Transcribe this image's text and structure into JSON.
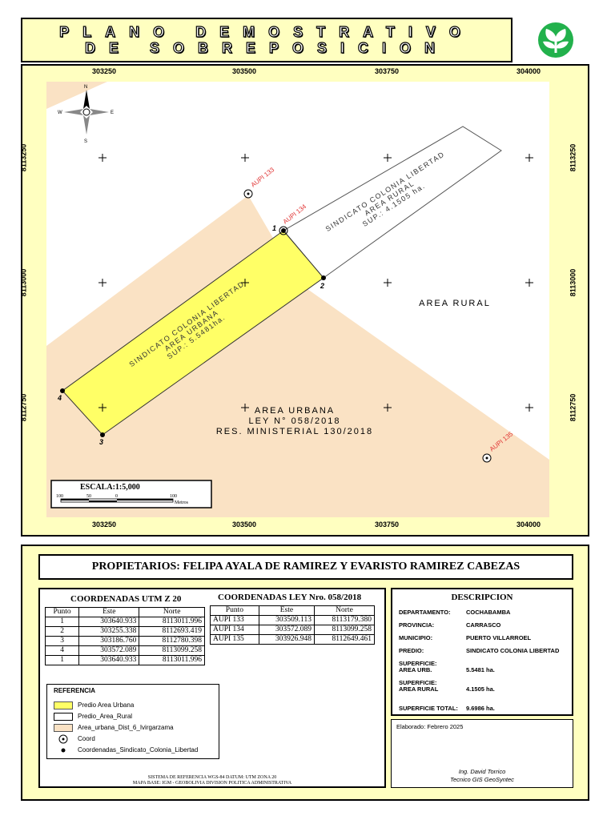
{
  "title": {
    "line1": "PLANO DEMOSTRATIVO",
    "line2": "DE SOBREPOSICION"
  },
  "logo": {
    "icon": "leaf-sprout-icon",
    "bg": "#22b14c"
  },
  "map": {
    "colors": {
      "urban_area": "#fae2c4",
      "urban_parcel": "#ffff66",
      "rural_parcel": "#ffffff",
      "frame": "#ffffc0"
    },
    "x_ticks": [
      "303250",
      "303500",
      "303750",
      "304000"
    ],
    "y_ticks": [
      "8113250",
      "8113000",
      "8112750"
    ],
    "north_arrow": {
      "n": "N",
      "s": "S",
      "e": "E",
      "w": "W"
    },
    "parcel_urban": {
      "l1": "SINDICATO COLONIA LIBERTAD",
      "l2": "AREA URBANA",
      "l3": "SUP.: 5.5481ha."
    },
    "parcel_rural": {
      "l1": "SINDICATO COLONIA LIBERTAD",
      "l2": "AREA RURAL",
      "l3": "SUP.: 4.1505 ha."
    },
    "area_rural": "AREA RURAL",
    "area_urbana": {
      "l1": "AREA URBANA",
      "l2": "LEY N° 058/2018",
      "l3": "RES. MINISTERIAL 130/2018"
    },
    "points": [
      "1",
      "2",
      "3",
      "4"
    ],
    "aupi": [
      "AUPI 133",
      "AUPI 134",
      "AUPI 135"
    ],
    "scale": {
      "title": "ESCALA:1:5,000",
      "t0": "100",
      "t1": "50",
      "t2": "0",
      "t3": "100",
      "unit": "Metros"
    }
  },
  "owners": "PROPIETARIOS: FELIPA AYALA DE RAMIREZ Y EVARISTO RAMIREZ CABEZAS",
  "utm_table": {
    "caption": "COORDENADAS UTM Z 20",
    "headers": [
      "Punto",
      "Este",
      "Norte"
    ],
    "rows": [
      [
        "1",
        "303640.933",
        "8113011.996"
      ],
      [
        "2",
        "303255.338",
        "8112693.419"
      ],
      [
        "3",
        "303186.760",
        "8112780.398"
      ],
      [
        "4",
        "303572.089",
        "8113099.258"
      ],
      [
        "1",
        "303640.933",
        "8113011.996"
      ]
    ]
  },
  "ley_table": {
    "caption": "COORDENADAS LEY Nro. 058/2018",
    "headers": [
      "Punto",
      "Este",
      "Norte"
    ],
    "rows": [
      [
        "AUPI 133",
        "303509.113",
        "8113179.380"
      ],
      [
        "AUPI 134",
        "303572.089",
        "8113099.258"
      ],
      [
        "AUPI 135",
        "303926.948",
        "8112649.461"
      ]
    ]
  },
  "reference": {
    "title": "REFERENCIA",
    "items": [
      "Predio Area Urbana",
      "Predio_Area_Rural",
      "Area_urbana_Dist_6_Ivirgarzama",
      "Coord",
      "Coordenadas_Sindicato_Colonia_Libertad"
    ]
  },
  "footnote": {
    "l1": "SISTEMA DE REFERENCIA WGS-84 DATUM: UTM ZONA 20",
    "l2": "MAPA BASE: IGM - GEOBOLIVIA   DIVISION POLITICA ADMINISTRATIVA"
  },
  "description": {
    "title": "DESCRIPCION",
    "departamento_label": "DEPARTAMENTO:",
    "departamento": "COCHABAMBA",
    "provincia_label": "PROVINCIA:",
    "provincia": "CARRASCO",
    "municipio_label": "MUNICIPIO:",
    "municipio": "PUERTO VILLARROEL",
    "predio_label": "PREDIO:",
    "predio": "SINDICATO COLONIA LIBERTAD",
    "sup_urb_label1": "SUPERFICIE:",
    "sup_urb_label2": "AREA URB.",
    "sup_urb": "5.5481 ha.",
    "sup_rur_label1": "SUPERFICIE:",
    "sup_rur_label2": "AREA RURAL",
    "sup_rur": "4.1505 ha.",
    "sup_total_label": "SUPERFICIE TOTAL:",
    "sup_total": "9.6986 ha."
  },
  "elaborado": "Elaborado: Febrero 2025",
  "author": {
    "name": "Ing. David Torrico",
    "role": "Tecnico GIS GeoSyntec"
  }
}
